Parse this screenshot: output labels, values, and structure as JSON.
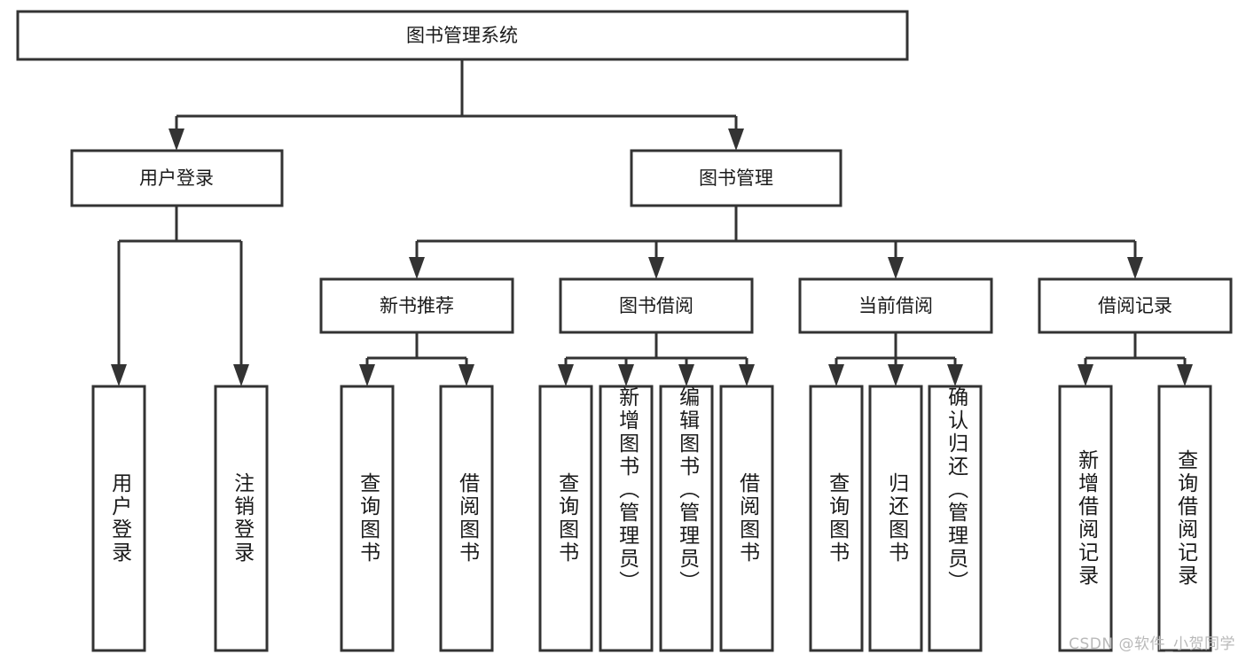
{
  "diagram": {
    "type": "tree-flowchart",
    "title_node": {
      "id": "root",
      "label": "图书管理系统"
    },
    "level2": [
      {
        "id": "user-login",
        "label": "用户登录"
      },
      {
        "id": "book-management",
        "label": "图书管理"
      }
    ],
    "level3": [
      {
        "id": "new-book-recommend",
        "label": "新书推荐",
        "parent": "book-management"
      },
      {
        "id": "book-borrow",
        "label": "图书借阅",
        "parent": "book-management"
      },
      {
        "id": "current-borrow",
        "label": "当前借阅",
        "parent": "book-management"
      },
      {
        "id": "borrow-record",
        "label": "借阅记录",
        "parent": "book-management"
      }
    ],
    "leaves": [
      {
        "id": "leaf-user-login",
        "label": "用户登录",
        "parent": "user-login"
      },
      {
        "id": "leaf-logout-login",
        "label": "注销登录",
        "parent": "user-login"
      },
      {
        "id": "leaf-query-book-1",
        "label": "查询图书",
        "parent": "new-book-recommend"
      },
      {
        "id": "leaf-borrow-book-1",
        "label": "借阅图书",
        "parent": "new-book-recommend"
      },
      {
        "id": "leaf-query-book-2",
        "label": "查询图书",
        "parent": "book-borrow"
      },
      {
        "id": "leaf-add-book",
        "label": "新增图书（管理员）",
        "parent": "book-borrow"
      },
      {
        "id": "leaf-edit-book",
        "label": "编辑图书（管理员）",
        "parent": "book-borrow"
      },
      {
        "id": "leaf-borrow-book-2",
        "label": "借阅图书",
        "parent": "book-borrow"
      },
      {
        "id": "leaf-query-book-3",
        "label": "查询图书",
        "parent": "current-borrow"
      },
      {
        "id": "leaf-return-book",
        "label": "归还图书",
        "parent": "current-borrow"
      },
      {
        "id": "leaf-confirm-return",
        "label": "确认归还（管理员）",
        "parent": "current-borrow"
      },
      {
        "id": "leaf-add-borrow-record",
        "label": "新增借阅记录",
        "parent": "borrow-record"
      },
      {
        "id": "leaf-query-borrow-record",
        "label": "查询借阅记录",
        "parent": "borrow-record"
      }
    ],
    "colors": {
      "stroke": "#333333",
      "fill": "#ffffff",
      "text": "#1a1a1a",
      "watermark": "#b9b9b9"
    }
  },
  "watermark": {
    "text": "CSDN @软件_小贺同学"
  }
}
